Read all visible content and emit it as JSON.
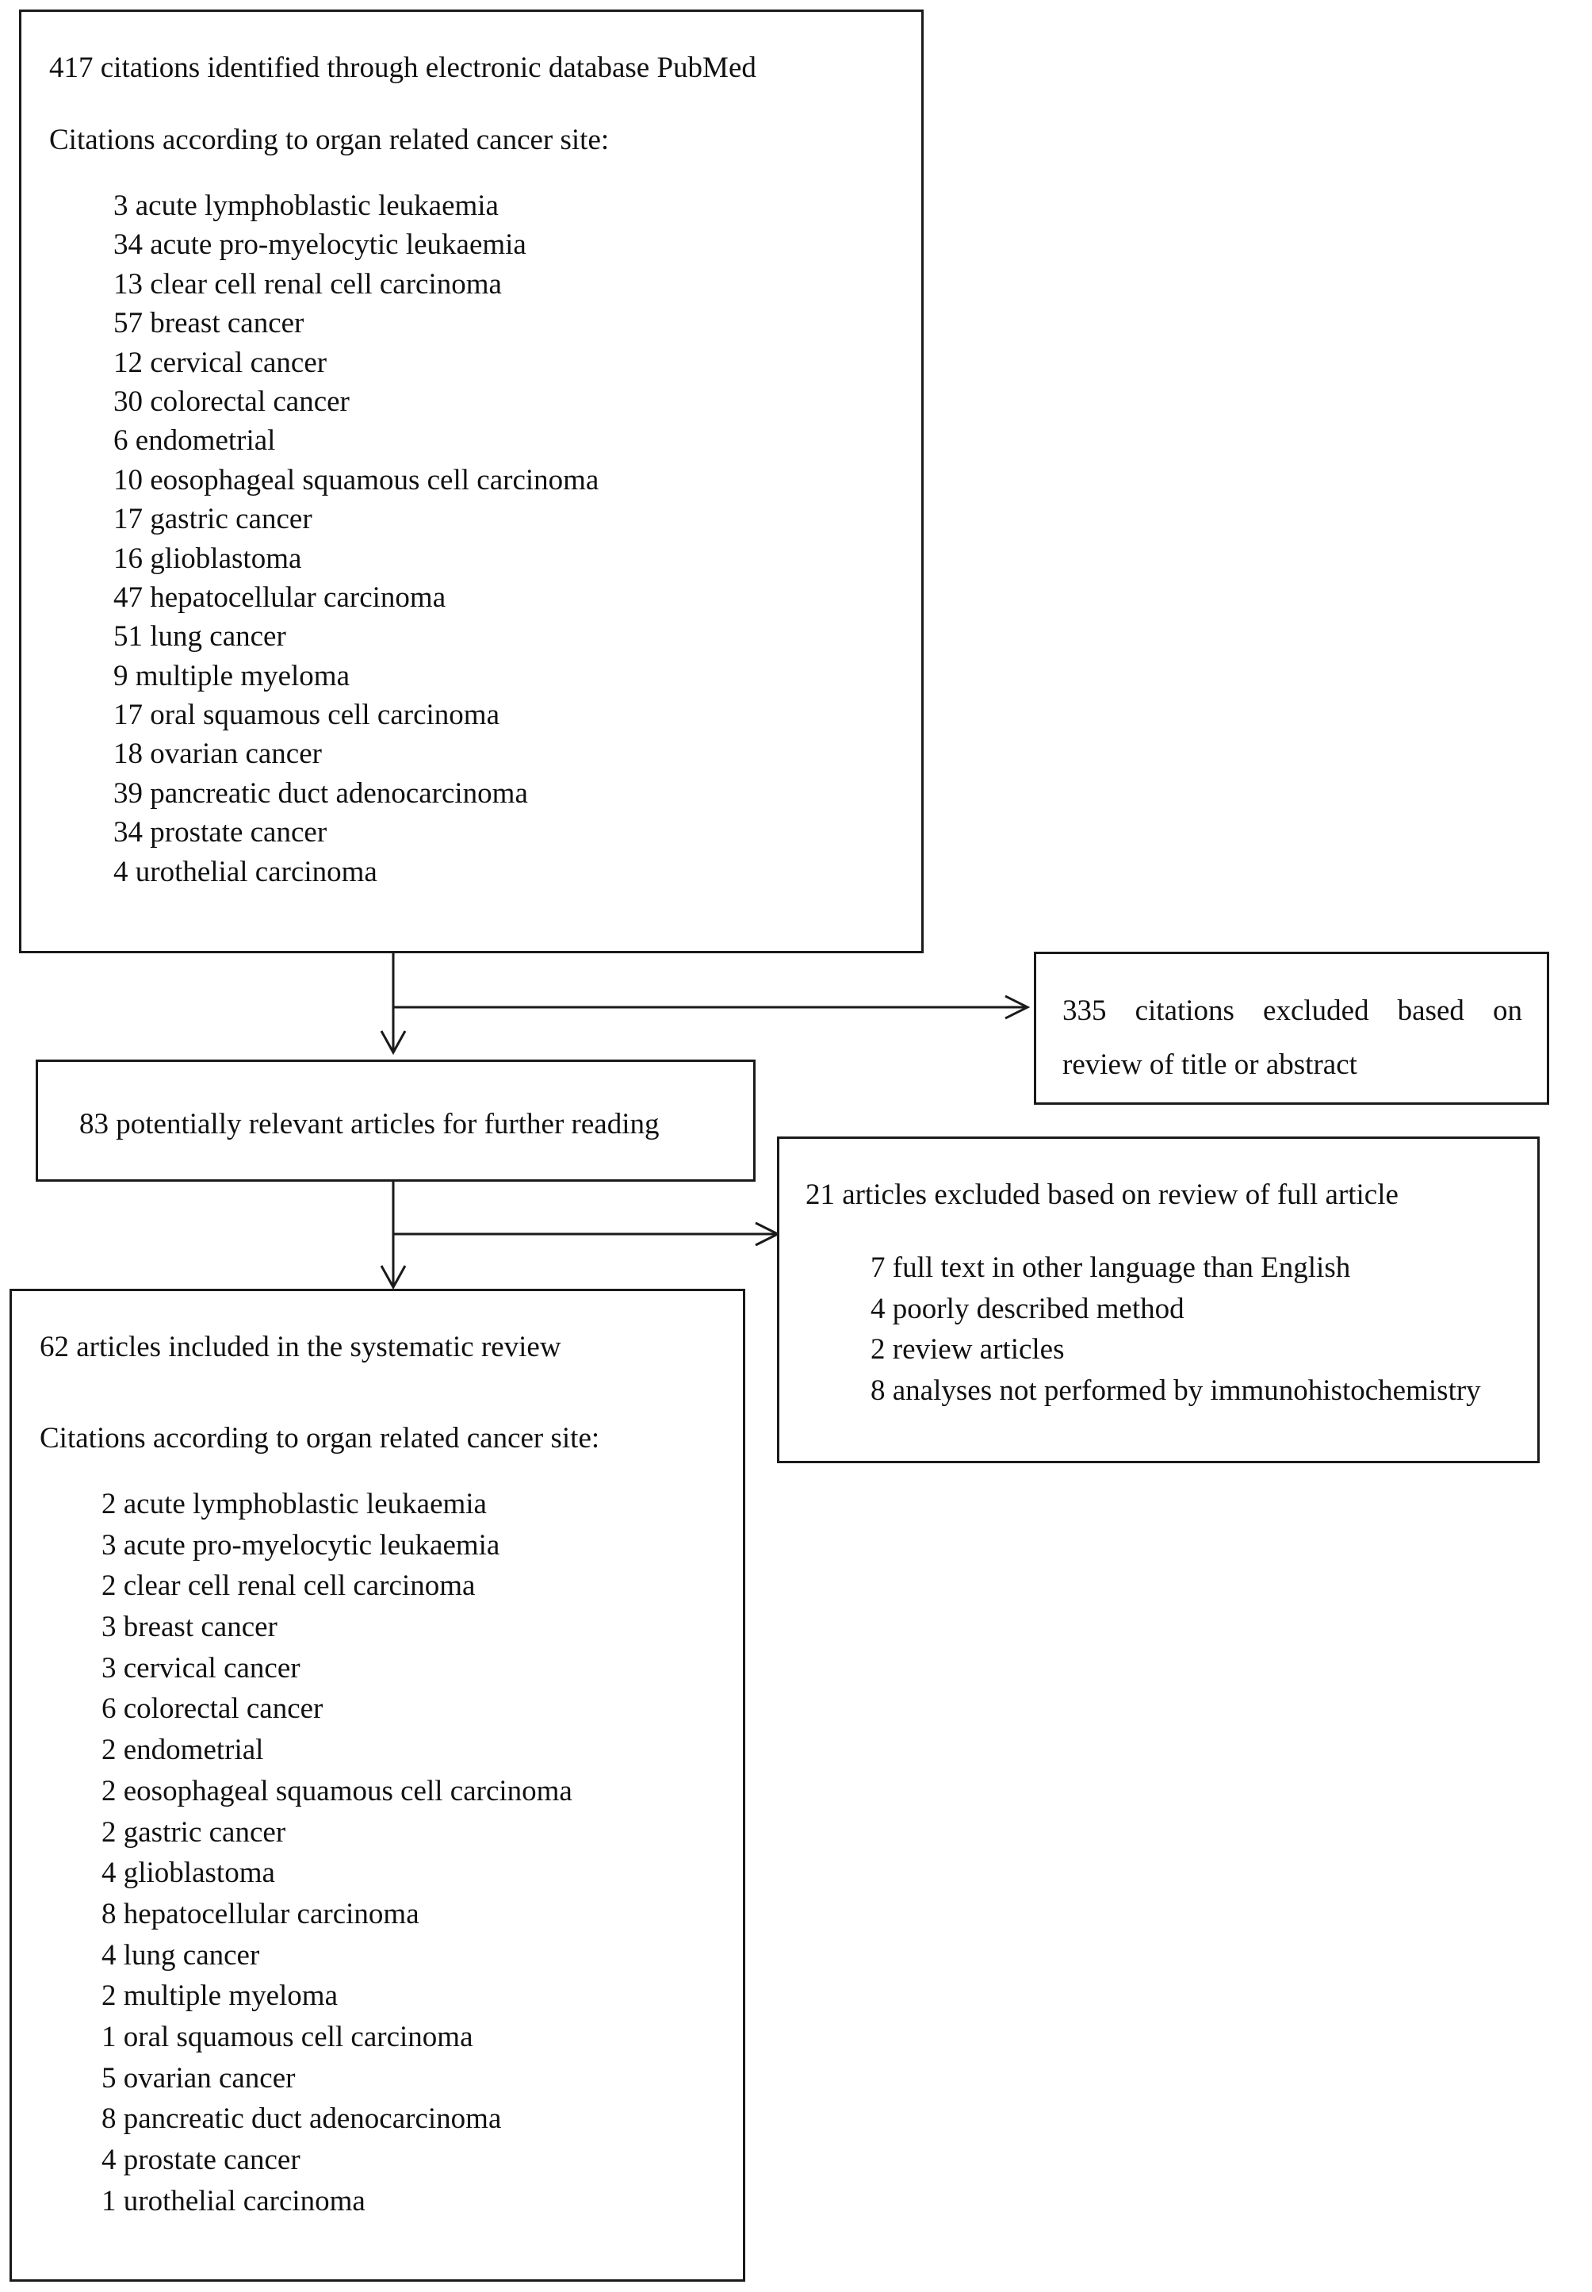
{
  "identification": {
    "heading": "417 citations identified through electronic database PubMed",
    "subheading": "Citations according to organ related cancer site:",
    "items": [
      "3 acute lymphoblastic leukaemia",
      "34 acute pro-myelocytic leukaemia",
      "13 clear cell renal cell carcinoma",
      "57 breast cancer",
      "12 cervical cancer",
      "30 colorectal cancer",
      "6 endometrial",
      "10 eosophageal squamous cell carcinoma",
      "17 gastric cancer",
      "16 glioblastoma",
      "47 hepatocellular carcinoma",
      "51 lung cancer",
      "9 multiple myeloma",
      "17 oral squamous cell carcinoma",
      "18 ovarian cancer",
      "39 pancreatic duct adenocarcinoma",
      "34 prostate cancer",
      "4 urothelial carcinoma"
    ]
  },
  "excluded_title_abstract": {
    "line1": "335 citations excluded based on",
    "line2": "review of title or abstract"
  },
  "screening": {
    "text": "83 potentially relevant articles for further reading"
  },
  "excluded_full_article": {
    "heading": "21 articles excluded based on review of full article",
    "items": [
      "7 full text in other  language than English",
      "4 poorly described method",
      "2 review articles",
      "8 analyses not performed by immunohistochemistry"
    ]
  },
  "included": {
    "heading": "62 articles included in the systematic review",
    "subheading": "Citations according to organ related cancer site:",
    "items": [
      "2 acute lymphoblastic leukaemia",
      "3 acute pro-myelocytic leukaemia",
      "2 clear cell renal cell carcinoma",
      "3 breast cancer",
      "3 cervical cancer",
      "6 colorectal cancer",
      "2 endometrial",
      "2 eosophageal squamous cell carcinoma",
      "2 gastric cancer",
      "4 glioblastoma",
      "8 hepatocellular carcinoma",
      "4 lung cancer",
      "2 multiple myeloma",
      "1 oral squamous cell carcinoma",
      "5 ovarian cancer",
      "8 pancreatic duct adenocarcinoma",
      "4 prostate cancer",
      "1 urothelial carcinoma"
    ]
  }
}
